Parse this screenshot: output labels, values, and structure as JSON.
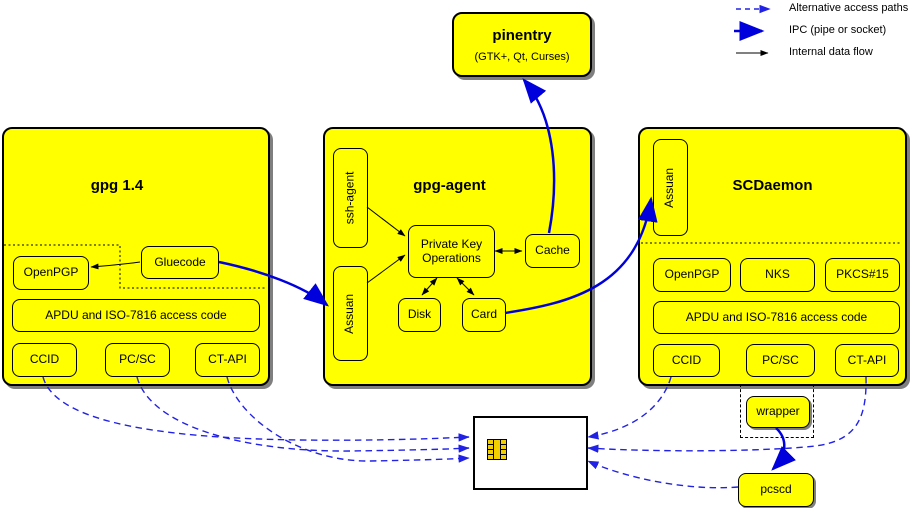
{
  "legend": {
    "items": [
      {
        "label": "Alternative access paths"
      },
      {
        "label": "IPC (pipe or socket)"
      },
      {
        "label": "Internal data flow"
      }
    ]
  },
  "pinentry": {
    "title": "pinentry",
    "subtitle": "(GTK+, Qt, Curses)"
  },
  "gpg14": {
    "title": "gpg 1.4",
    "openpgp": "OpenPGP",
    "gluecode": "Gluecode",
    "apdu": "APDU and ISO-7816 access code",
    "ccid": "CCID",
    "pcsc": "PC/SC",
    "ctapi": "CT-API"
  },
  "gpgagent": {
    "title": "gpg-agent",
    "ssh_agent": "ssh-agent",
    "assuan": "Assuan",
    "private_key_line1": "Private Key",
    "private_key_line2": "Operations",
    "cache": "Cache",
    "disk": "Disk",
    "card": "Card"
  },
  "scdaemon": {
    "title": "SCDaemon",
    "assuan": "Assuan",
    "openpgp": "OpenPGP",
    "nks": "NKS",
    "pkcs15": "PKCS#15",
    "apdu": "APDU and ISO-7816 access code",
    "ccid": "CCID",
    "pcsc": "PC/SC",
    "ctapi": "CT-API"
  },
  "peripherals": {
    "wrapper": "wrapper",
    "pcscd": "pcscd"
  },
  "colors": {
    "node_fill": "#ffff00",
    "ipc_blue": "#0000dd",
    "alt_blue": "#2222e6",
    "border_black": "#000000",
    "card_chip": "#f2cf00"
  }
}
